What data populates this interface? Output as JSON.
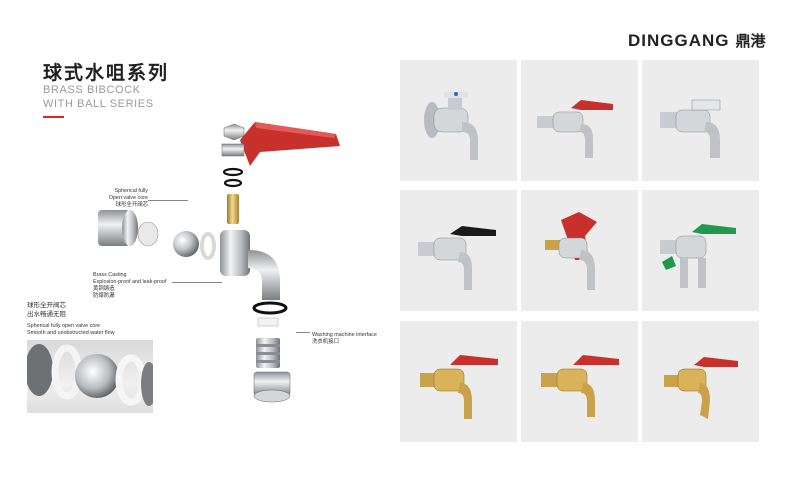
{
  "brand": {
    "wordmark": "DINGGANG",
    "chinese": "鼎港"
  },
  "title": {
    "cn": "球式水咀系列",
    "en_line1": "BRASS BIBCOCK",
    "en_line2": "WITH BALL SERIES",
    "accent_color": "#e0261e"
  },
  "callouts": {
    "valve_core": {
      "line1": "Spherical fully",
      "line2": "Open valve core",
      "cn": "球形全开阀芯"
    },
    "casting": {
      "line1": "Brass Casting",
      "line2": "Explosion-proof and leak-proof",
      "cn1": "黄铜铸造",
      "cn2": "防爆防漏"
    },
    "interface": {
      "line1": "Washing machine interface",
      "cn": "洗衣机接口"
    }
  },
  "feature": {
    "cn1": "球形全开阀芯",
    "cn2": "出水畅通无阻",
    "en1": "Spherical fully open valve core",
    "en2": "Smooth and unobstructed water flow"
  },
  "products": [
    {
      "handle": "blue-dot"
    },
    {
      "handle": "red"
    },
    {
      "handle": "chrome"
    },
    {
      "handle": "black"
    },
    {
      "handle": "red-butterfly"
    },
    {
      "handle": "green"
    },
    {
      "handle": "red"
    },
    {
      "handle": "red"
    },
    {
      "handle": "red"
    }
  ],
  "colors": {
    "handle_red": "#c8302c",
    "handle_green": "#1f9a4a",
    "handle_black": "#1a1a1a",
    "brass": "#c9a24a",
    "chrome": "#c8cbcf"
  }
}
